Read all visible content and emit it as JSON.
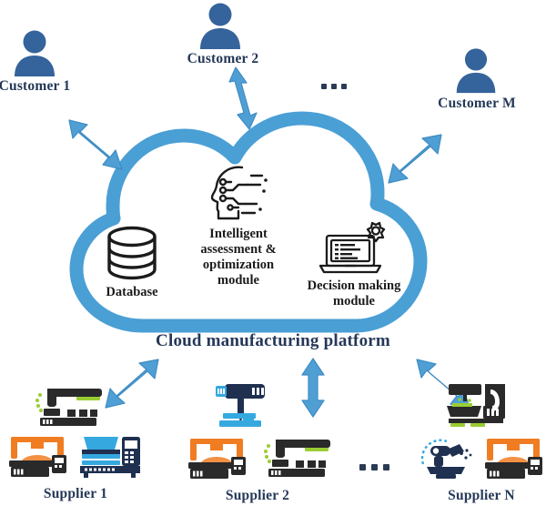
{
  "diagram": {
    "title_text": "Cloud manufacturing platform",
    "colors": {
      "cloud_outline": "#4a9fd5",
      "arrow_blue": "#4f9fd4",
      "arrow_blue_dark": "#3f8cc4",
      "person_blue": "#35639b",
      "label_navy": "#253858",
      "icon_black": "#1b1b1b",
      "machine_dark": "#2a2a2a",
      "machine_navy": "#1f3050",
      "machine_orange": "#f07d22",
      "machine_cyan": "#35a8e0",
      "machine_green": "#9acd32",
      "background": "#ffffff"
    }
  },
  "customers": {
    "ellipsis": "•••",
    "items": [
      {
        "id": "customer-1",
        "label": "Customer 1",
        "icon": "person-icon"
      },
      {
        "id": "customer-2",
        "label": "Customer 2",
        "icon": "person-icon"
      },
      {
        "id": "customer-m",
        "label": "Customer M",
        "icon": "person-icon"
      }
    ]
  },
  "platform": {
    "label": "Cloud manufacturing platform",
    "shape_icon": "cloud-icon",
    "modules": [
      {
        "id": "database",
        "label": "Database",
        "icon": "database-cylinder-icon"
      },
      {
        "id": "intelligent-assessment",
        "label": "Intelligent assessment & optimization module",
        "label_lines": [
          "Intelligent",
          "assessment &",
          "optimization",
          "module"
        ],
        "icon": "ai-head-circuit-icon"
      },
      {
        "id": "decision-making",
        "label": "Decision making module",
        "label_lines": [
          "Decision making",
          "module"
        ],
        "icon": "laptop-gear-icon"
      }
    ]
  },
  "suppliers": {
    "ellipsis": "•••",
    "items": [
      {
        "id": "supplier-1",
        "label": "Supplier 1",
        "icons": [
          "cnc-machine-icon",
          "fdm-3d-printer-icon",
          "laser-cutter-icon"
        ]
      },
      {
        "id": "supplier-2",
        "label": "Supplier 2",
        "icons": [
          "drill-press-icon",
          "fdm-3d-printer-icon",
          "cnc-machine-icon"
        ]
      },
      {
        "id": "supplier-n",
        "label": "Supplier N",
        "icons": [
          "cnc-mill-icon",
          "robot-arm-icon",
          "fdm-3d-printer-icon"
        ]
      }
    ]
  },
  "connections": [
    {
      "id": "arrow-customer-1-cloud",
      "icon": "double-arrow-icon",
      "direction": "bidirectional"
    },
    {
      "id": "arrow-customer-2-cloud",
      "icon": "double-arrow-icon",
      "direction": "bidirectional"
    },
    {
      "id": "arrow-customer-m-cloud",
      "icon": "double-arrow-icon",
      "direction": "bidirectional"
    },
    {
      "id": "arrow-cloud-supplier-1",
      "icon": "double-arrow-icon",
      "direction": "bidirectional"
    },
    {
      "id": "arrow-cloud-supplier-2",
      "icon": "double-arrow-icon",
      "direction": "bidirectional"
    },
    {
      "id": "arrow-cloud-supplier-n",
      "icon": "double-arrow-icon",
      "direction": "bidirectional"
    }
  ]
}
